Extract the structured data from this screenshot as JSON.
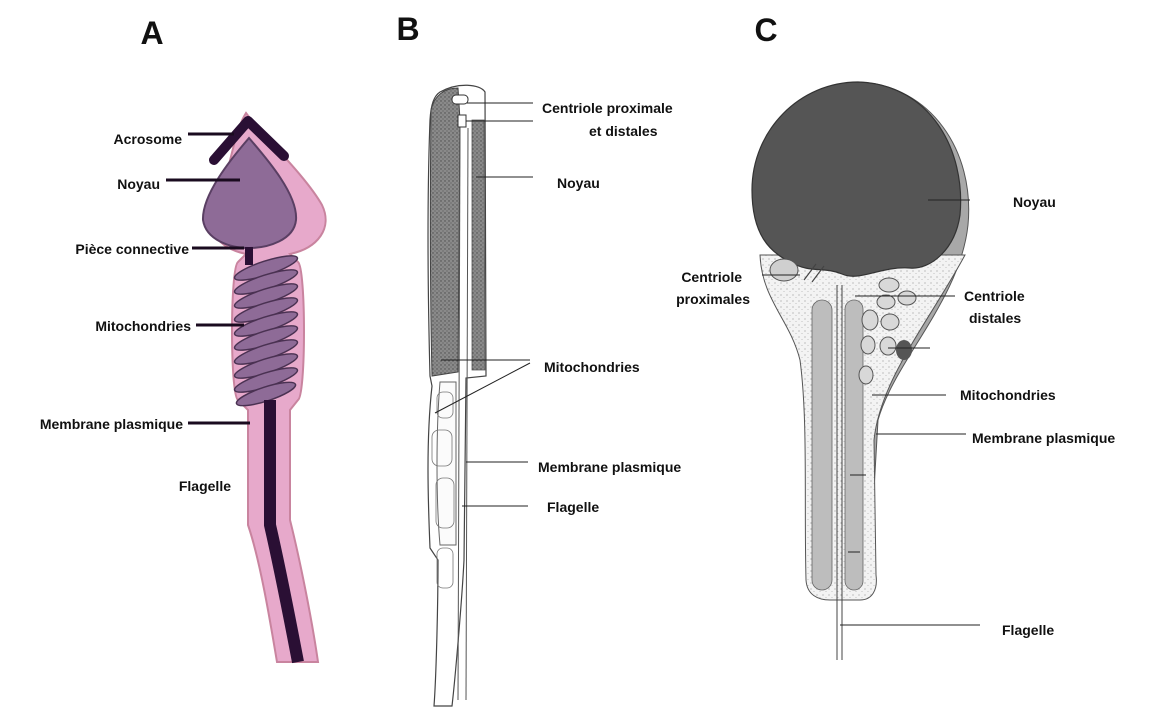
{
  "panels": {
    "a": {
      "letter": "A",
      "labels": {
        "acrosome": "Acrosome",
        "noyau": "Noyau",
        "piece_connective": "Pièce connective",
        "mitochondries": "Mitochondries",
        "membrane": "Membrane plasmique",
        "flagelle": "Flagelle"
      }
    },
    "b": {
      "letter": "B",
      "labels": {
        "centriole_l1": "Centriole proximale",
        "centriole_l2": "et distales",
        "noyau": "Noyau",
        "mitochondries": "Mitochondries",
        "membrane": "Membrane plasmique",
        "flagelle": "Flagelle"
      }
    },
    "c": {
      "letter": "C",
      "labels": {
        "noyau": "Noyau",
        "centriole_prox_l1": "Centriole",
        "centriole_prox_l2": "proximales",
        "centriole_dist_l1": "Centriole",
        "centriole_dist_l2": "distales",
        "mitochondries": "Mitochondries",
        "membrane": "Membrane plasmique",
        "flagelle": "Flagelle"
      }
    }
  },
  "colors": {
    "panel_a_outer": "#e7a9cb",
    "panel_a_head": "#8e6b97",
    "panel_a_dark": "#2a0f34",
    "panel_c_nucleus": "#555555"
  }
}
